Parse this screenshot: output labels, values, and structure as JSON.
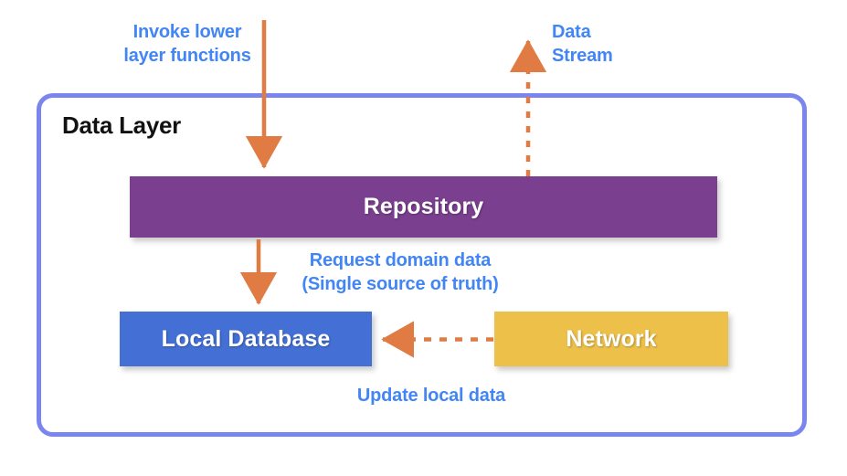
{
  "diagram": {
    "title": "Data Layer",
    "container_border_color": "#7b85ef",
    "arrow_color": "#e07b43",
    "annotation_color": "#4285f4",
    "nodes": [
      {
        "id": "repository",
        "label": "Repository",
        "color": "#7b3f8f",
        "text_color": "#ffffff"
      },
      {
        "id": "local-db",
        "label": "Local Database",
        "color": "#4470d6",
        "text_color": "#ffffff"
      },
      {
        "id": "network",
        "label": "Network",
        "color": "#edc04a",
        "text_color": "#ffffff"
      }
    ],
    "annotations": [
      {
        "id": "invoke",
        "text": "Invoke lower\nlayer functions",
        "style": "solid"
      },
      {
        "id": "stream",
        "text": "Data\nStream",
        "style": "dashed"
      },
      {
        "id": "request",
        "text": "Request domain data\n(Single source of truth)",
        "style": "solid"
      },
      {
        "id": "update",
        "text": "Update local data",
        "style": "dashed"
      }
    ],
    "edges": [
      {
        "id": "invoke-edge",
        "from": "external",
        "to": "repository",
        "style": "solid",
        "direction": "down"
      },
      {
        "id": "stream-edge",
        "from": "repository",
        "to": "external",
        "style": "dashed",
        "direction": "up"
      },
      {
        "id": "request-edge",
        "from": "repository",
        "to": "local-db",
        "style": "solid",
        "direction": "down"
      },
      {
        "id": "update-edge",
        "from": "network",
        "to": "local-db",
        "style": "dashed",
        "direction": "left"
      }
    ]
  }
}
